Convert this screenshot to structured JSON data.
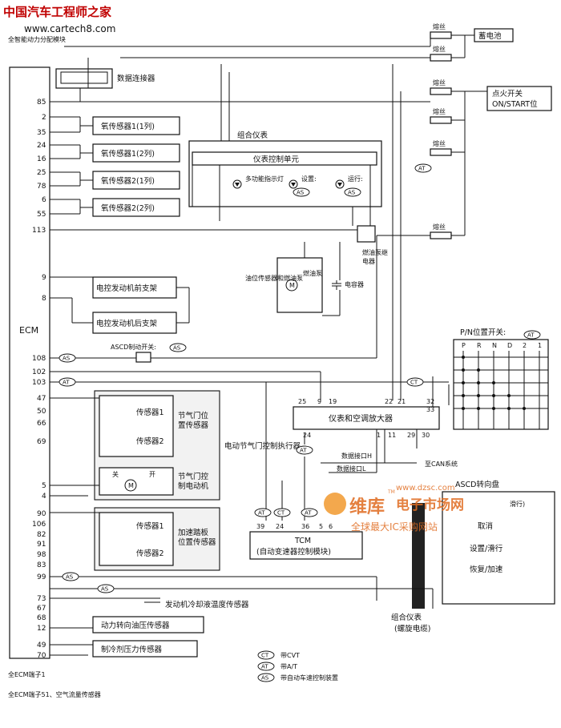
{
  "site": {
    "logo_text": "中国汽车工程师之家",
    "url": "www.cartech8.com"
  },
  "top_left_note": "全智能动力分配模块",
  "ecm": {
    "label": "ECM",
    "pins": [
      "85",
      "2",
      "35",
      "24",
      "16",
      "25",
      "78",
      "6",
      "55",
      "113",
      "9",
      "8",
      "108",
      "102",
      "103",
      "47",
      "50",
      "66",
      "69",
      "5",
      "4",
      "90",
      "106",
      "82",
      "91",
      "98",
      "83",
      "99",
      "73",
      "67",
      "68",
      "12",
      "49",
      "70"
    ],
    "footer1": "全ECM端子1",
    "footer2": "全ECM端子51、空气流量传感器"
  },
  "dlc": "数据连接器",
  "fuse_label": "熔丝",
  "battery": "蓄电池",
  "ignition": "点火开关 ON/START位",
  "o2": [
    "氧传感器1(1列)",
    "氧传感器1(2列)",
    "氧传感器2(1列)",
    "氧传感器2(2列)"
  ],
  "combo_meter": {
    "title": "组合仪表",
    "unit": "仪表控制单元",
    "lamps": [
      "多功能指示灯",
      "设置:",
      "运行:"
    ],
    "as_tag": "AS"
  },
  "fuel_pump_relay": "燃油泵继电器",
  "fuel_level": {
    "sensor": "油位传感器和燃油泵",
    "pump": "燃油泵",
    "cap": "电容器"
  },
  "mounts": [
    "电控发动机前支架",
    "电控发动机后支架"
  ],
  "ascd_brake": "ASCD制动开关:",
  "pn_switch": {
    "title": "P/N位置开关:",
    "cols": [
      "P",
      "R",
      "N",
      "D",
      "2",
      "1"
    ]
  },
  "tags": {
    "at": "AT",
    "ct": "CT",
    "as": "AS"
  },
  "amp": {
    "title": "仪表和空调放大器",
    "top_pins": [
      "25",
      "9",
      "19",
      "22",
      "21",
      "32",
      "33"
    ],
    "bottom_pins": [
      "24",
      "1",
      "11",
      "29",
      "30"
    ]
  },
  "can": {
    "high": "数据接口H",
    "low": "数据接口L",
    "system": "至CAN系统"
  },
  "throttle": {
    "s1": "传感器1",
    "s2": "传感器2",
    "pos": "节气门位置传感器",
    "motor_close": "关",
    "motor_open": "开",
    "motor": "节气门控制电动机",
    "actuator": "电动节气门控制执行器"
  },
  "accel": {
    "s1": "传感器1",
    "s2": "传感器2",
    "label": "加速踏板位置传感器"
  },
  "tcm": {
    "pins": [
      "39",
      "24",
      "36",
      "5",
      "6"
    ],
    "label": "TCM",
    "sub": "(自动变速器控制模块)"
  },
  "ascd_steer": {
    "title": "ASCD转向盘",
    "items": [
      "取消",
      "设置/滑行",
      "恢复/加速"
    ],
    "first_suffix": "滑行)"
  },
  "coolant": "发动机冷却液温度传感器",
  "ps_pressure": "动力转向油压传感器",
  "ref_pressure": "制冷剂压力传感器",
  "spiral": {
    "line1": "组合仪表",
    "line2": "(螺旋电缆)"
  },
  "legend": [
    {
      "tag": "CT",
      "text": "带CVT"
    },
    {
      "tag": "AT",
      "text": "带A/T"
    },
    {
      "tag": "AS",
      "text": "带自动车速控制装置"
    }
  ],
  "watermark": {
    "name": "维库",
    "tm": "TM",
    "sub": "电子市场网",
    "slogan": "全球最大IC采购网站",
    "url": "www.dzsc.com"
  }
}
